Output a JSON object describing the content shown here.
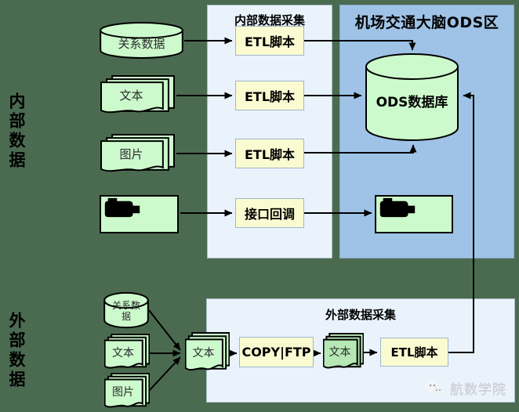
{
  "colors": {
    "background": "#4b6b50",
    "panel_light_blue": "#eaf3fc",
    "panel_medium_blue": "#9fc3e7",
    "node_green": "#ccfacc",
    "node_green_dark": "#b5e8b5",
    "process_box_yellow": "#fbfbd2",
    "arrow": "#000000"
  },
  "side_labels": {
    "internal": "内部数据",
    "external": "外部数据"
  },
  "panels": {
    "internal_collection": {
      "title": "内部数据采集"
    },
    "ods_zone": {
      "title": "机场交通大脑ODS区"
    },
    "external_collection": {
      "title": "外部数据采集"
    }
  },
  "nodes": {
    "relational_db": {
      "label": "关系数据"
    },
    "text_docs": {
      "label": "文本"
    },
    "image_docs": {
      "label": "图片"
    },
    "camera_internal": {
      "icon": "video-camera"
    },
    "etl_1": {
      "label": "ETL脚本"
    },
    "etl_2": {
      "label": "ETL脚本"
    },
    "etl_3": {
      "label": "ETL脚本"
    },
    "api_callback": {
      "label": "接口回调"
    },
    "ods_db": {
      "label": "ODS数据库"
    },
    "camera_ods": {
      "icon": "video-camera"
    },
    "ext_relational_db": {
      "label": "关系数据"
    },
    "ext_text_docs": {
      "label": "文本"
    },
    "ext_image_docs": {
      "label": "图片"
    },
    "merged_text_docs": {
      "label": "文本"
    },
    "copy_ftp": {
      "label": "COPY|FTP"
    },
    "staged_text_docs": {
      "label": "文本"
    },
    "ext_etl": {
      "label": "ETL脚本"
    }
  },
  "watermark": {
    "text": "航数学院"
  }
}
